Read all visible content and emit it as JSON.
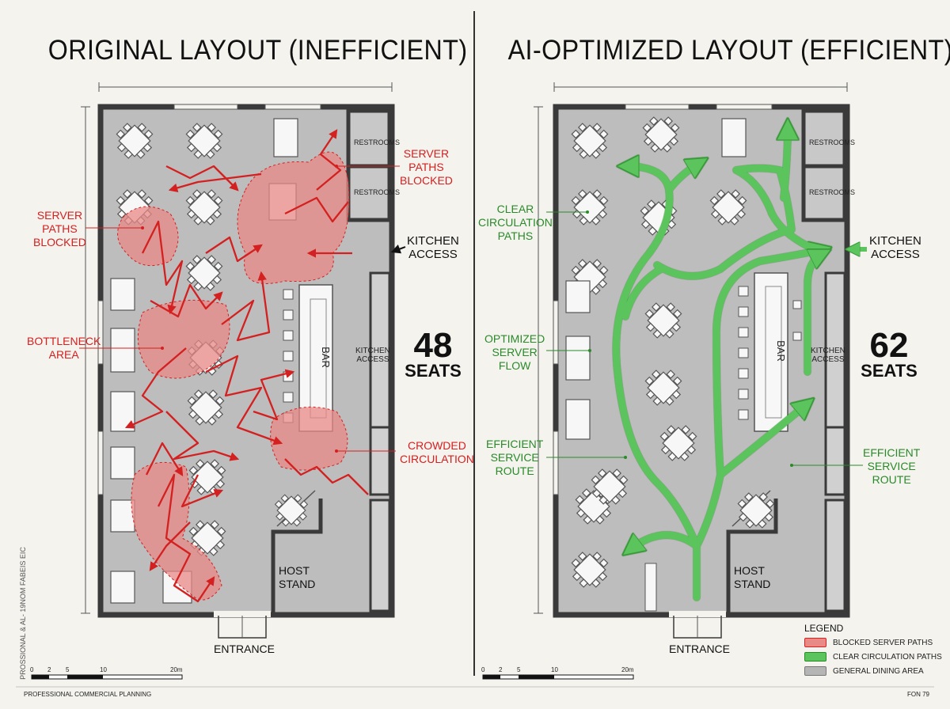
{
  "left": {
    "title": "ORIGINAL LAYOUT (INEFFICIENT)",
    "callouts": {
      "server_paths_blocked_top": [
        "SERVER",
        "PATHS",
        "BLOCKED"
      ],
      "server_paths_blocked_left": [
        "SERVER",
        "PATHS",
        "BLOCKED"
      ],
      "bottleneck": [
        "BOTTLENECK",
        "AREA"
      ],
      "crowded": [
        "CROWDED",
        "CIRCULATION"
      ],
      "kitchen_access": [
        "KITCHEN",
        "ACCESS"
      ]
    },
    "seats_number": "48",
    "seats_label": "SEATS",
    "restrooms": "RESTROOMS",
    "kitchen_access_small": [
      "KITCHEN",
      "ACCESS"
    ],
    "bar": "BAR",
    "host_stand": [
      "HOST",
      "STAND"
    ],
    "entrance": "ENTRANCE"
  },
  "right": {
    "title": "AI-OPTIMIZED LAYOUT (EFFICIENT)",
    "callouts": {
      "clear": [
        "CLEAR",
        "CIRCULATION",
        "PATHS"
      ],
      "optimized": [
        "OPTIMIZED",
        "SERVER",
        "FLOW"
      ],
      "efficient_left": [
        "EFFICIENT",
        "SERVICE",
        "ROUTE"
      ],
      "efficient_right": [
        "EFFICIENT",
        "SERVICE",
        "ROUTE"
      ],
      "kitchen_access": [
        "KITCHEN",
        "ACCESS"
      ]
    },
    "seats_number": "62",
    "seats_label": "SEATS",
    "restrooms": "RESTROOMS",
    "kitchen_access_small": [
      "KITCHEN",
      "ACCESS"
    ],
    "bar": "BAR",
    "host_stand": [
      "HOST",
      "STAND"
    ],
    "entrance": "ENTRANCE"
  },
  "legend": {
    "title": "LEGEND",
    "items": [
      {
        "label": "BLOCKED SERVER PATHS",
        "color": "#e88a86"
      },
      {
        "label": "CLEAR CIRCULATION PATHS",
        "color": "#5cc45c"
      },
      {
        "label": "GENERAL DINING AREA",
        "color": "#b5b5b5"
      }
    ]
  },
  "scale": {
    "ticks": [
      "0",
      "2",
      "5",
      "10",
      "20m"
    ]
  },
  "footer": {
    "left": "PROFESSIONAL COMMERCIAL PLANNING",
    "right": "FON 79",
    "side": "PROSSIONAL & AL- 19NOM FABEIS EIC"
  },
  "colors": {
    "floor": "#bdbdbd",
    "wall": "#3a3a3a",
    "red": "#d42020",
    "green": "#2a8a2a",
    "blocked_fill": "#e88a86",
    "clear_path": "#5cc45c"
  }
}
